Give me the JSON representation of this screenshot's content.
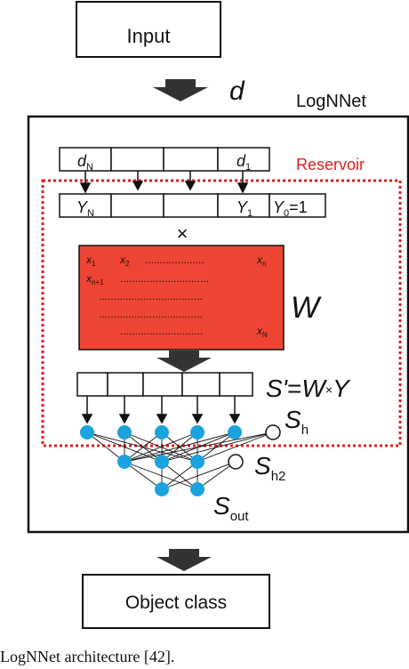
{
  "input_box": {
    "label": "Input"
  },
  "input_arrow": {
    "label": "d"
  },
  "model": {
    "title": "LogNNet"
  },
  "reservoir": {
    "label": "Reservoir",
    "color": "#e02020"
  },
  "d_row": {
    "first": "d",
    "first_sub": "N",
    "last": "d",
    "last_sub": "1"
  },
  "y_row": {
    "first": "Y",
    "first_sub": "N",
    "last": "Y",
    "last_sub": "1",
    "extra": "Y",
    "extra_sub": "0",
    "extra_suffix": "=1"
  },
  "multiply": "×",
  "matrix": {
    "color": "#ee4433",
    "label": "W",
    "x1": "x",
    "x1_sub": "1",
    "x2": "x",
    "x2_sub": "2",
    "xn": "x",
    "xn_sub": "n",
    "xn1": "x",
    "xn1_sub": "n+1",
    "xN": "x",
    "xN_sub": "N",
    "dots1": "....................",
    "dots2": "..............................",
    "dots3": "...................................",
    "dots4": "...................................",
    "dots5": "............................"
  },
  "s_prime": {
    "lhs": "S'",
    "eq": "=",
    "w": "W",
    "times": "×",
    "y": "Y"
  },
  "nodes": {
    "color": "#1aa3dd"
  },
  "s_h": {
    "main": "S",
    "sub": "h"
  },
  "s_h2": {
    "main": "S",
    "sub": "h2"
  },
  "s_out": {
    "main": "S",
    "sub": "out"
  },
  "output_box": {
    "label": "Object class"
  },
  "caption": "LogNNet architecture [42]."
}
